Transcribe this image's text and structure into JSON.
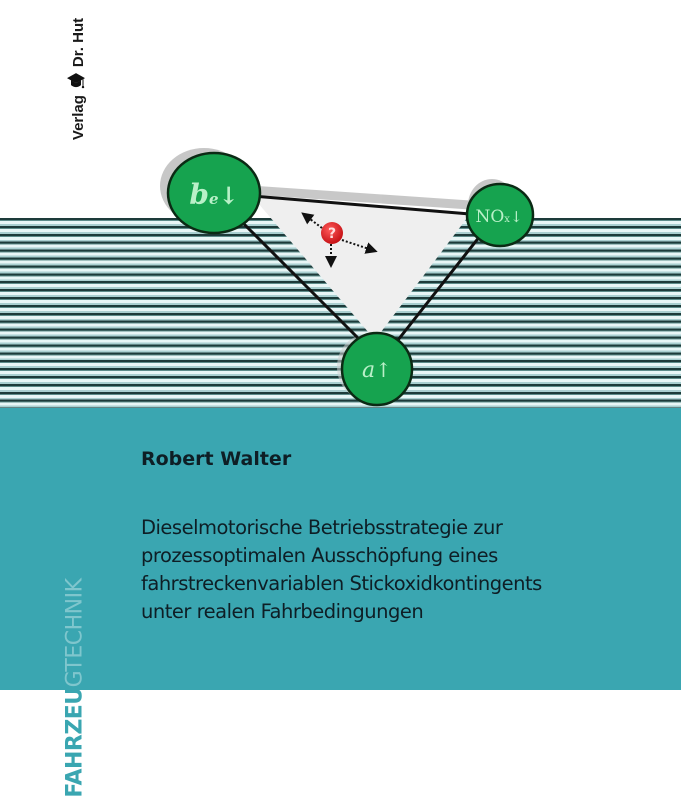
{
  "publisher": {
    "prefix": "Verlag",
    "name": "Dr. Hut",
    "logo_icon": "mortarboard-icon"
  },
  "diagram": {
    "nodes": [
      {
        "id": "be",
        "label_main": "b",
        "label_sub": "e",
        "arrow": "↓"
      },
      {
        "id": "nox",
        "label_main": "NO",
        "label_sub": "x",
        "arrow": "↓"
      },
      {
        "id": "a",
        "label_main": "a",
        "label_sub": "",
        "arrow": "↑"
      }
    ],
    "center_marker": "?",
    "colors": {
      "node_fill": "#16a34f",
      "node_text": "#b9f0c8",
      "triangle_fill": "#efefef",
      "marker": "#d40f14",
      "teal": "#3aa6b1"
    }
  },
  "book": {
    "author": "Robert Walter",
    "title_lines": [
      "Dieselmotorische Betriebsstrategie zur",
      "prozessoptimalen Ausschöpfung eines",
      "fahrstreckenvariablen Stickoxidkontingents",
      "unter realen Fahrbedingungen"
    ],
    "series_part1": "FAHRZEU",
    "series_part2": "GTECHNIK"
  }
}
